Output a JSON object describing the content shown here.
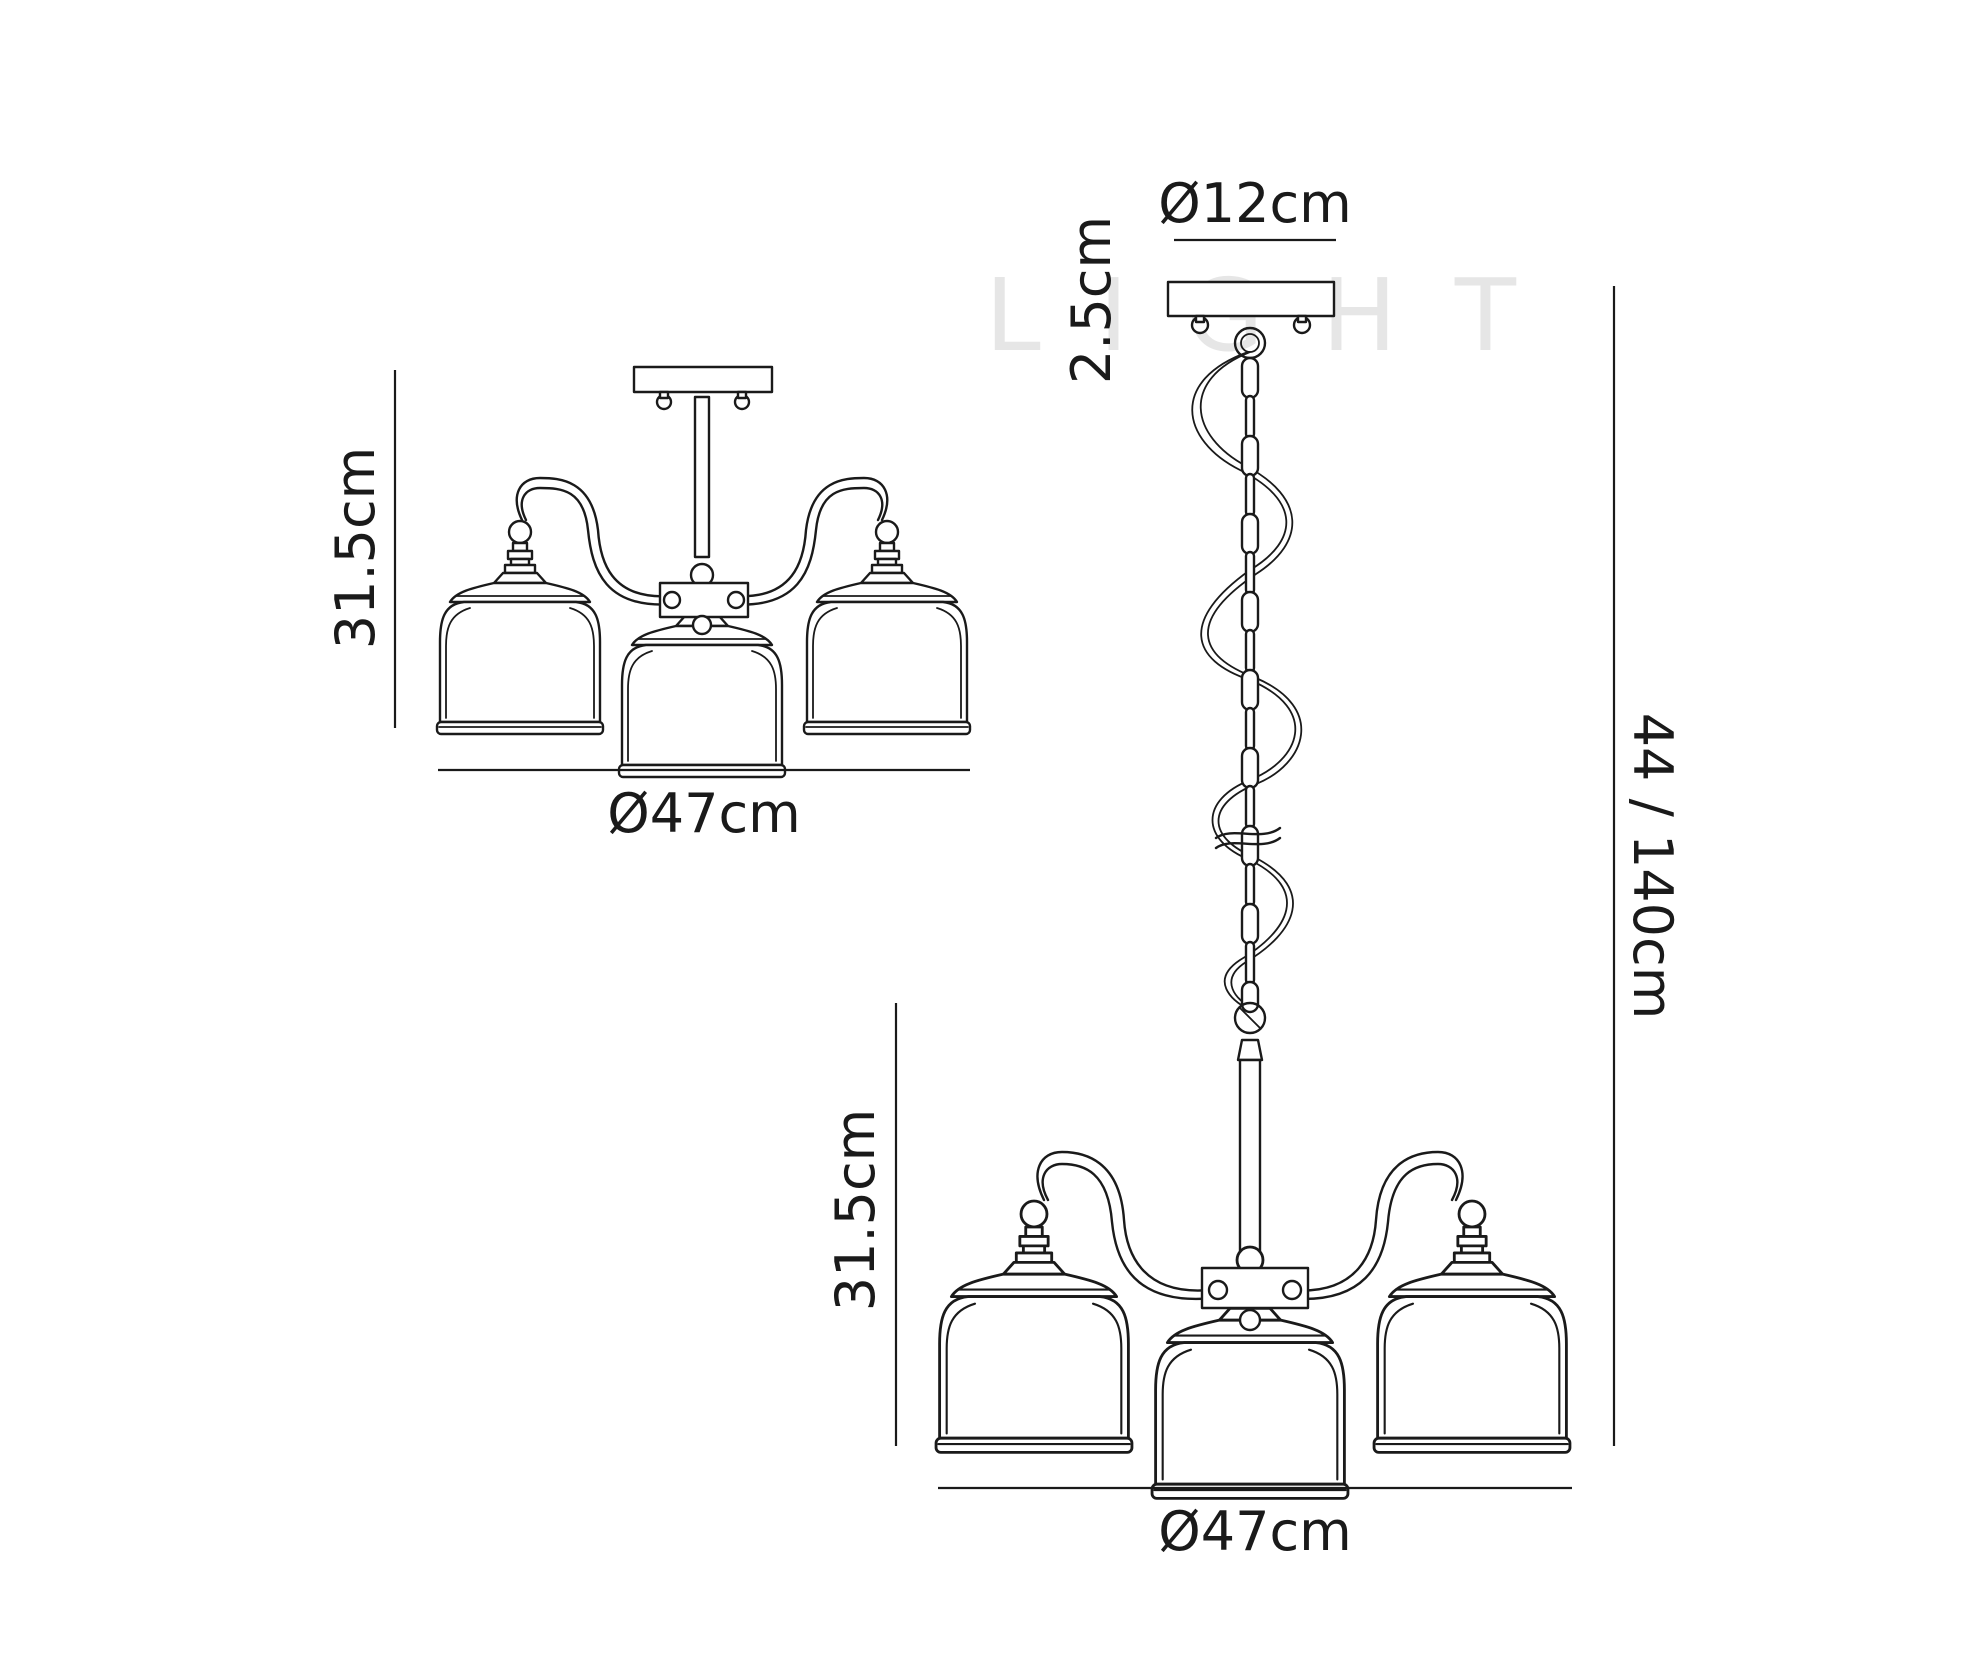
{
  "watermark": "LIGHT",
  "flush_view": {
    "height_label": "31.5cm",
    "width_label": "Ø47cm"
  },
  "pendant_view": {
    "canopy_diameter_label": "Ø12cm",
    "canopy_height_label": "2.5cm",
    "overall_height_label": "44 / 140cm",
    "body_height_label": "31.5cm",
    "width_label": "Ø47cm"
  }
}
